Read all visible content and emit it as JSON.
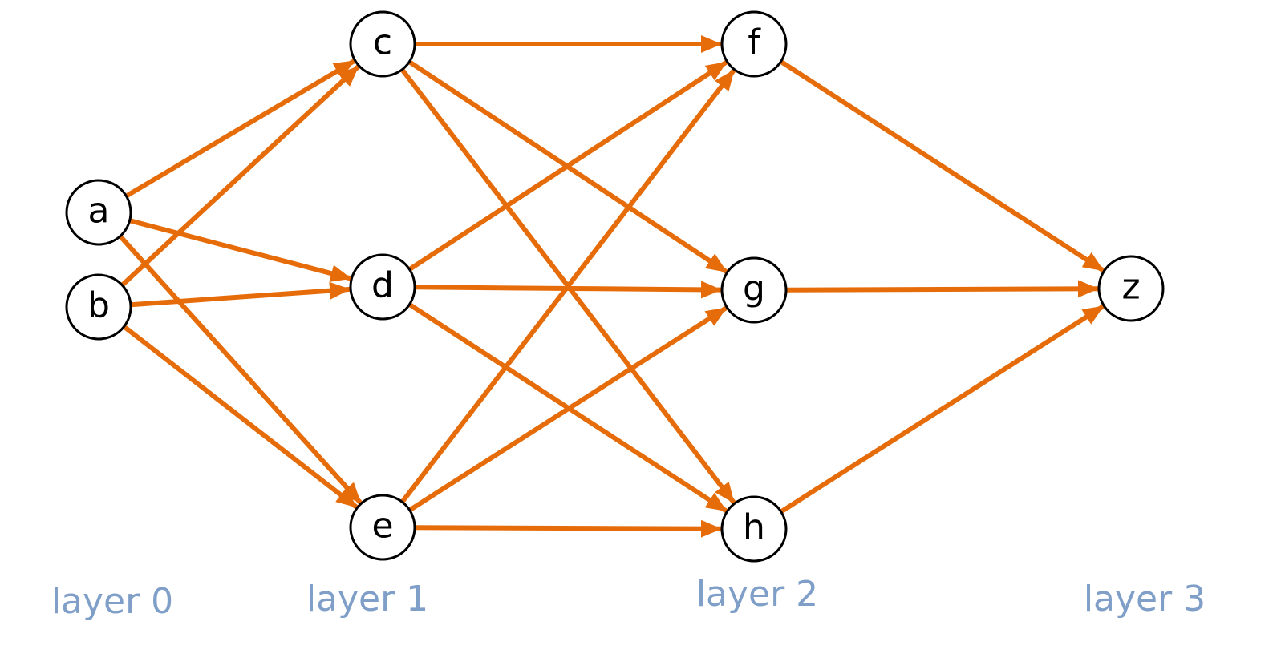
{
  "colors": {
    "edge": "#E66C0A",
    "layer_label": "#7F9FC8",
    "node_stroke": "#000000",
    "node_fill": "#FFFFFF"
  },
  "nodes": [
    {
      "id": "a",
      "label": "a",
      "layer": 0
    },
    {
      "id": "b",
      "label": "b",
      "layer": 0
    },
    {
      "id": "c",
      "label": "c",
      "layer": 1
    },
    {
      "id": "d",
      "label": "d",
      "layer": 1
    },
    {
      "id": "e",
      "label": "e",
      "layer": 1
    },
    {
      "id": "f",
      "label": "f",
      "layer": 2
    },
    {
      "id": "g",
      "label": "g",
      "layer": 2
    },
    {
      "id": "h",
      "label": "h",
      "layer": 2
    },
    {
      "id": "z",
      "label": "z",
      "layer": 3
    }
  ],
  "edges": [
    {
      "from": "a",
      "to": "c"
    },
    {
      "from": "a",
      "to": "d"
    },
    {
      "from": "a",
      "to": "e"
    },
    {
      "from": "b",
      "to": "c"
    },
    {
      "from": "b",
      "to": "d"
    },
    {
      "from": "b",
      "to": "e"
    },
    {
      "from": "c",
      "to": "f"
    },
    {
      "from": "c",
      "to": "g"
    },
    {
      "from": "c",
      "to": "h"
    },
    {
      "from": "d",
      "to": "f"
    },
    {
      "from": "d",
      "to": "g"
    },
    {
      "from": "d",
      "to": "h"
    },
    {
      "from": "e",
      "to": "f"
    },
    {
      "from": "e",
      "to": "g"
    },
    {
      "from": "e",
      "to": "h"
    },
    {
      "from": "f",
      "to": "z"
    },
    {
      "from": "g",
      "to": "z"
    },
    {
      "from": "h",
      "to": "z"
    }
  ],
  "layers": [
    {
      "label": "layer 0"
    },
    {
      "label": "layer 1"
    },
    {
      "label": "layer 2"
    },
    {
      "label": "layer 3"
    }
  ]
}
